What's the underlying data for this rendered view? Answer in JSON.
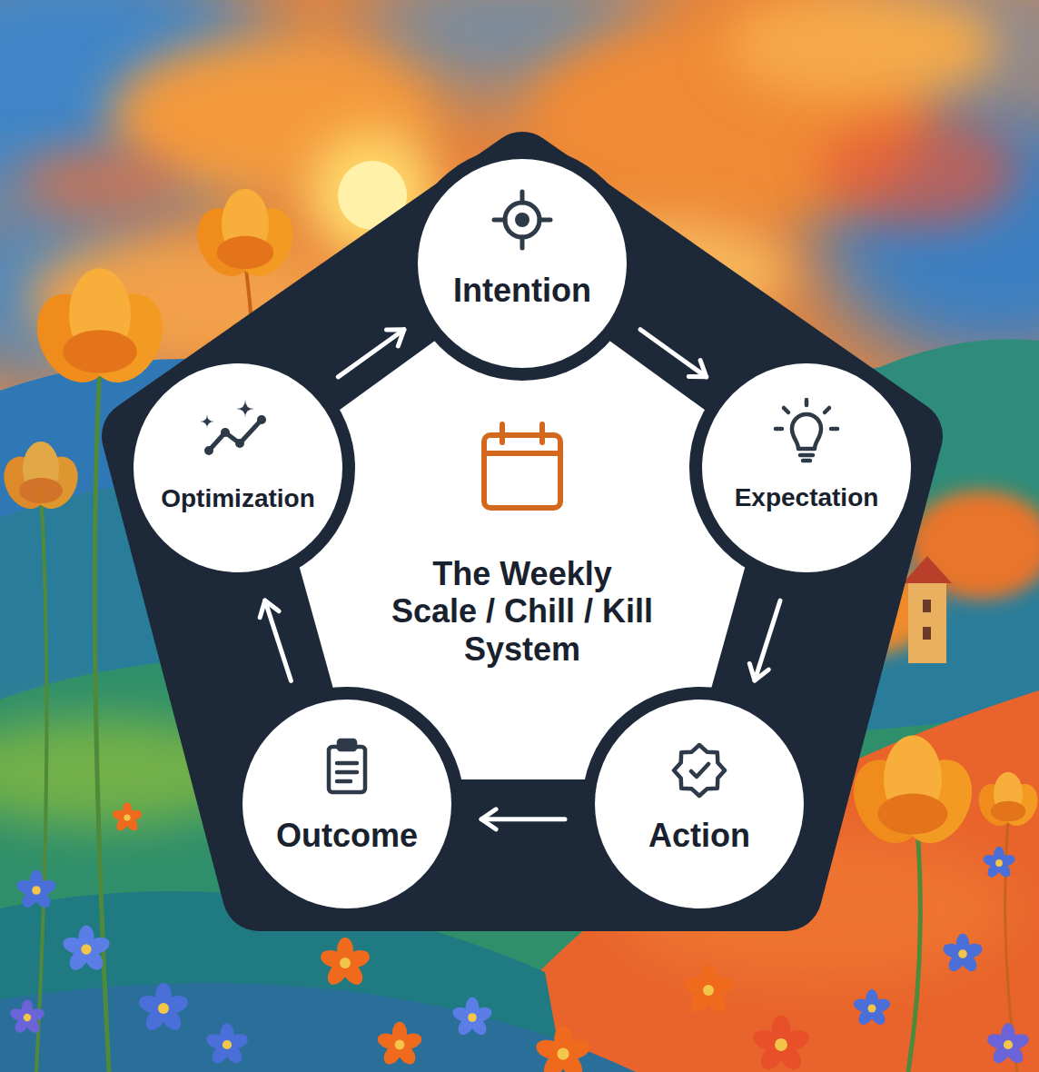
{
  "diagram": {
    "nodes": [
      {
        "text": [
          "Intention"
        ]
      },
      {
        "text": [
          "Expectation"
        ]
      },
      {
        "text": [
          "Action"
        ]
      },
      {
        "text": [
          "Outcome"
        ]
      },
      {
        "text": [
          "Optimization"
        ]
      },
      {
        "text": [
          "The Weekly Scale / Chill / Kill System"
        ]
      }
    ],
    "edges": [
      {
        "from": 0,
        "to": 1,
        "arrow": "to"
      },
      {
        "from": 1,
        "to": 2,
        "arrow": "to"
      },
      {
        "from": 2,
        "to": 3,
        "arrow": "to"
      },
      {
        "from": 3,
        "to": 4,
        "arrow": "to"
      },
      {
        "from": 4,
        "to": 0,
        "arrow": "to"
      }
    ]
  }
}
